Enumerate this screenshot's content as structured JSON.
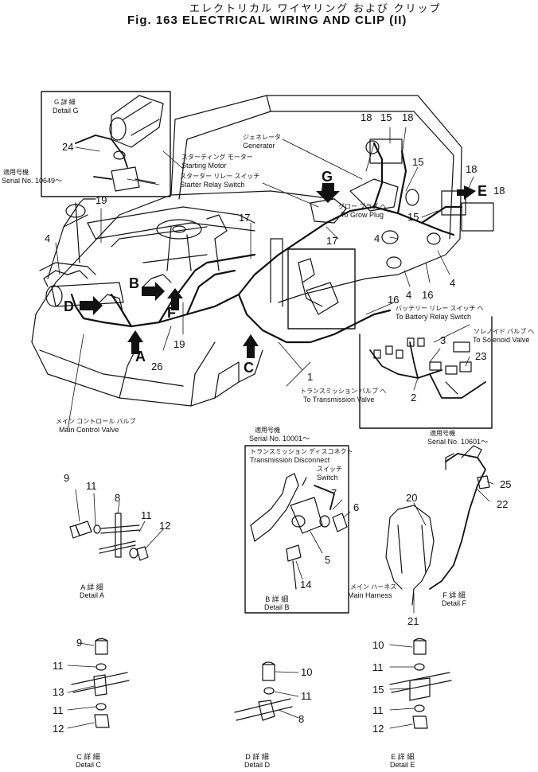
{
  "title": {
    "jp": "エレクトリカル ワイヤリング および クリップ",
    "en": "Fig. 163 ELECTRICAL WIRING AND CLIP (II)"
  },
  "labels": {
    "detail_g_jp": "G 詳 細",
    "detail_g_en": "Detail G",
    "serial_1_jp": "適用号機",
    "serial_1_en": "Serial No. 10649～",
    "starting_motor_jp": "スターティング モーター",
    "starting_motor_en": "Starting Motor",
    "starter_relay_jp": "スターター リレー スイッチ",
    "starter_relay_en": "Starter Relay Switch",
    "generator_jp": "ジェネレータ",
    "generator_en": "Generator",
    "glow_plug_jp": "グロー プラグ へ",
    "glow_plug_en": "To Grow Plug",
    "battery_relay_jp": "バッテリー リレー スイッチ へ",
    "battery_relay_en": "To Battery Relay Switch",
    "solenoid_jp": "ソレノイド バルブ へ",
    "solenoid_en": "To Solenoid Valve",
    "transmission_valve_jp": "トランスミッション バルブ へ",
    "transmission_valve_en": "To Transmission Valve",
    "main_control_jp": "メイン コントロール バルブ",
    "main_control_en": "Main Control Valve",
    "serial_2_jp": "適用号機",
    "serial_2_en": "Serial No. 10001～",
    "serial_3_jp": "適用号機",
    "serial_3_en": "Serial No. 10601～",
    "trans_disconnect_jp": "トランスミッション ディスコネクト",
    "trans_disconnect_en": "Transmission Disconnect",
    "switch_jp": "スイッチ",
    "switch_en": "Switch",
    "main_harness_jp": "メイン ハーネス",
    "main_harness_en": "Main Harness",
    "detail_a_jp": "A 詳 細",
    "detail_a_en": "Detail A",
    "detail_b_jp": "B 詳 細",
    "detail_b_en": "Detail B",
    "detail_f_jp": "F 詳 細",
    "detail_f_en": "Detail F",
    "detail_c_jp": "C 詳 細",
    "detail_c_en": "Detail C",
    "detail_d_jp": "D 詳 細",
    "detail_d_en": "Detail D",
    "detail_e_jp": "E 詳 細",
    "detail_e_en": "Detail E"
  },
  "letters": {
    "A": "A",
    "B": "B",
    "C": "C",
    "D": "D",
    "E": "E",
    "F": "F",
    "G": "G"
  },
  "parts": {
    "p1": "1",
    "p2": "2",
    "p3": "3",
    "p4": "4",
    "p5": "5",
    "p6": "6",
    "p7": "7",
    "p8": "8",
    "p9": "9",
    "p10": "10",
    "p11": "11",
    "p12": "12",
    "p13": "13",
    "p14": "14",
    "p15": "15",
    "p16": "16",
    "p17": "17",
    "p18": "18",
    "p19": "19",
    "p20": "20",
    "p21": "21",
    "p22": "22",
    "p23": "23",
    "p24": "24",
    "p25": "25",
    "p26": "26"
  }
}
